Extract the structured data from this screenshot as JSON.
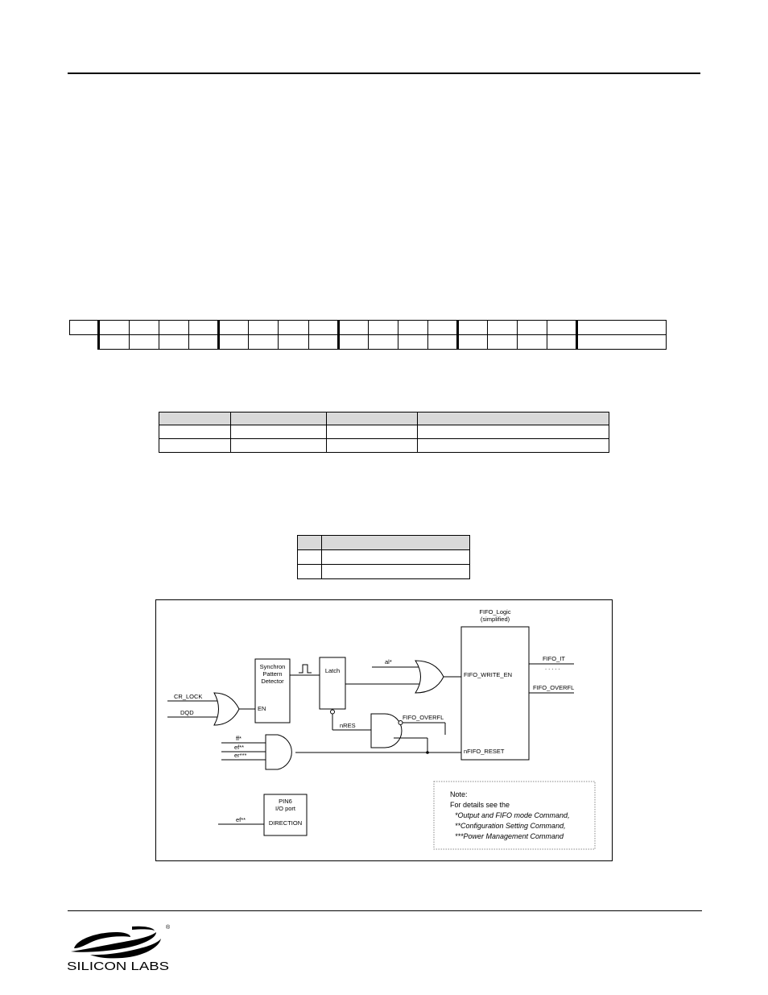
{
  "diagram": {
    "title_line1": "FIFO_Logic",
    "title_line2": "(simplified)",
    "synchron_line1": "Synchron",
    "synchron_line2": "Pattern",
    "synchron_line3": "Detector",
    "synchron_en": "EN",
    "latch": "Latch",
    "cr_lock": "CR_LOCK",
    "dqd": "DQD",
    "al": "al*",
    "nres": "nRES",
    "fifo_overfl_gate": "FIFO_OVERFL",
    "ff": "ff*",
    "ef_in": "ef**",
    "er": "er***",
    "fifo_write_en": "FIFO_WRITE_EN",
    "nfifo_reset": "nFIFO_RESET",
    "fifo_it": "FIFO_IT",
    "dots": ". . . . .",
    "fifo_overfl_out": "FIFO_OVERFL",
    "pin6_line1": "PIN6",
    "pin6_line2": "I/O port",
    "direction": "DIRECTION",
    "ef_pin": "ef**",
    "note_title": "Note:",
    "note_line1": "For details see the",
    "note_ref1": "*Output and FIFO mode Command,",
    "note_ref2": "**Configuration Setting Command,",
    "note_ref3": "***Power Management Command"
  },
  "logo": {
    "wordmark": "SILICON LABS",
    "registered": "®"
  }
}
